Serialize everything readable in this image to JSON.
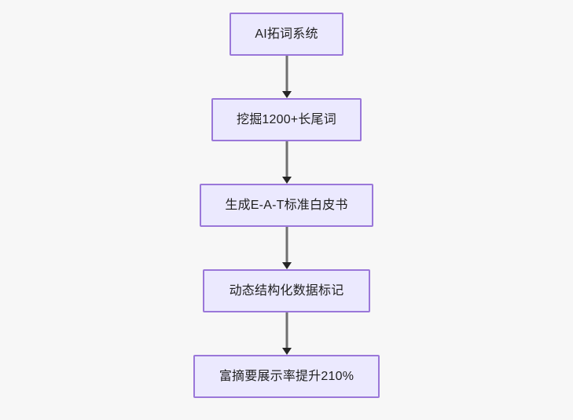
{
  "diagram": {
    "type": "flowchart",
    "direction": "top-to-bottom",
    "background_color": "#f7f7f7",
    "node_fill_color": "#ebe9fe",
    "node_border_color": "#9a77d9",
    "node_text_color": "#1f1f1f",
    "connector_color": "#707070",
    "arrowhead_color": "#252525",
    "nodes": [
      {
        "id": "n1",
        "label": "AI拓词系统"
      },
      {
        "id": "n2",
        "label": "挖掘1200+长尾词"
      },
      {
        "id": "n3",
        "label": "生成E-A-T标准白皮书"
      },
      {
        "id": "n4",
        "label": "动态结构化数据标记"
      },
      {
        "id": "n5",
        "label": "富摘要展示率提升210%"
      }
    ],
    "edges": [
      {
        "from": "n1",
        "to": "n2",
        "arrow": "down-arrow-icon"
      },
      {
        "from": "n2",
        "to": "n3",
        "arrow": "down-arrow-icon"
      },
      {
        "from": "n3",
        "to": "n4",
        "arrow": "down-arrow-icon"
      },
      {
        "from": "n4",
        "to": "n5",
        "arrow": "down-arrow-icon"
      }
    ]
  }
}
